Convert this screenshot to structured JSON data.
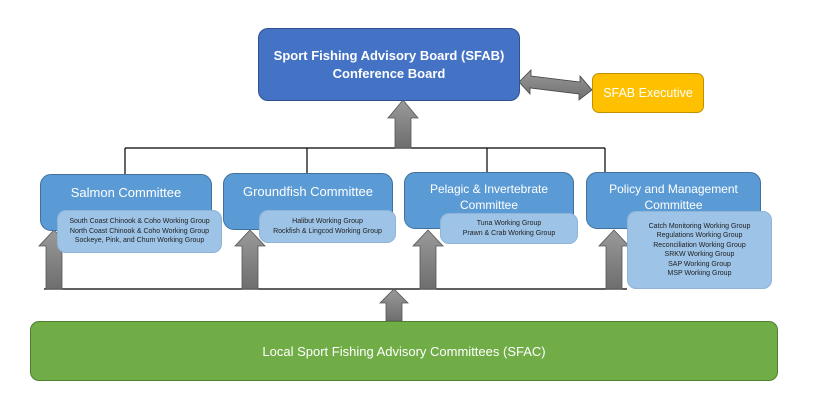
{
  "board": {
    "title_line1": "Sport Fishing Advisory Board (SFAB)",
    "title_line2": "Conference Board",
    "color": "#4472c4"
  },
  "executive": {
    "label": "SFAB Executive",
    "color": "#ffc000"
  },
  "committees": [
    {
      "name": "Salmon Committee",
      "working_groups": [
        "South Coast Chinook & Coho Working Group",
        "North Coast Chinook & Coho Working Group",
        "Sockeye, Pink, and Chum Working Group"
      ]
    },
    {
      "name": "Groundfish Committee",
      "working_groups": [
        "Halibut Working Group",
        "Rockfish & Lingcod Working Group"
      ]
    },
    {
      "name_line1": "Pelagic & Invertebrate",
      "name_line2": "Committee",
      "working_groups": [
        "Tuna Working Group",
        "Prawn & Crab Working Group"
      ]
    },
    {
      "name_line1": "Policy and Management",
      "name_line2": "Committee",
      "working_groups": [
        "Catch Monitoring Working Group",
        "Regulations Working Group",
        "Reconciliation Working Group",
        "SRKW Working Group",
        "SAP Working Group",
        "MSP Working Group"
      ]
    }
  ],
  "local_committees": {
    "label": "Local Sport Fishing Advisory Committees (SFAC)",
    "color": "#70ad47"
  },
  "colors": {
    "committee": "#5b9bd5",
    "working_group": "#9dc3e6",
    "arrow": "#808080"
  }
}
